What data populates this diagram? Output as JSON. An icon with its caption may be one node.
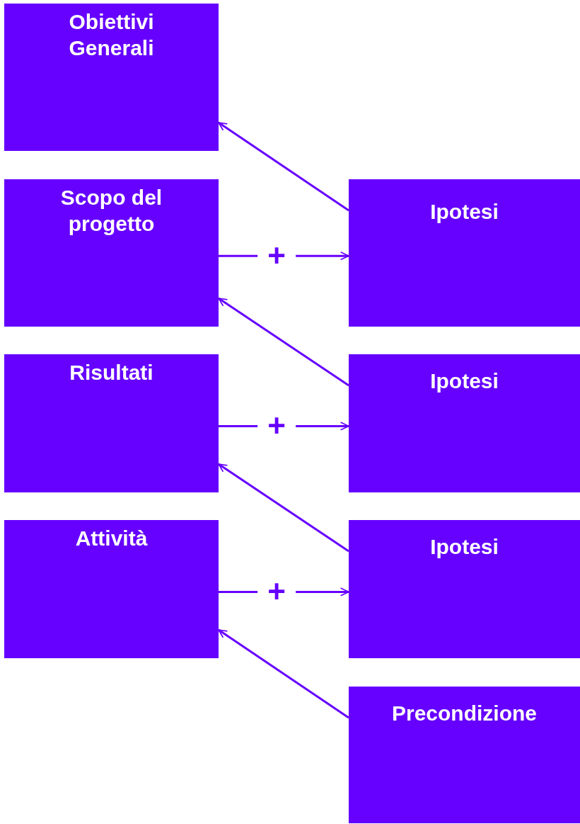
{
  "diagram": {
    "nodes": [
      {
        "text": [
          "Obiettivi Generali"
        ]
      },
      {
        "text": [
          "Scopo del progetto"
        ]
      },
      {
        "text": [
          "Risultati"
        ]
      },
      {
        "text": [
          "Attività"
        ]
      },
      {
        "text": [
          "Ipotesi"
        ]
      },
      {
        "text": [
          "Ipotesi"
        ]
      },
      {
        "text": [
          "Ipotesi"
        ]
      },
      {
        "text": [
          "Precondizione"
        ]
      }
    ],
    "edges": [
      {
        "from": 4,
        "to": 0,
        "arrow": "to"
      },
      {
        "from": 1,
        "to": 4,
        "arrow": "to",
        "label": "+"
      },
      {
        "from": 5,
        "to": 1,
        "arrow": "to"
      },
      {
        "from": 2,
        "to": 5,
        "arrow": "to",
        "label": "+"
      },
      {
        "from": 6,
        "to": 2,
        "arrow": "to"
      },
      {
        "from": 3,
        "to": 6,
        "arrow": "to",
        "label": "+"
      },
      {
        "from": 7,
        "to": 3,
        "arrow": "to"
      }
    ]
  }
}
